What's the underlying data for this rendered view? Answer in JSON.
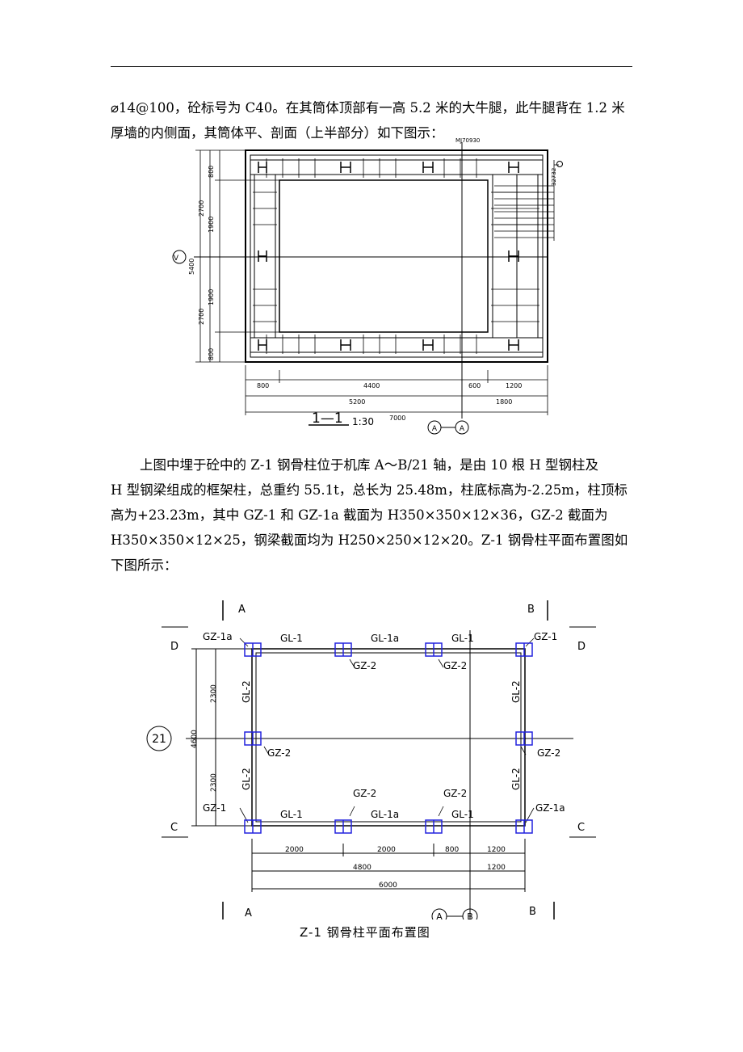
{
  "page": {
    "para1": "⌀14@100，砼标号为 C40。在其筒体顶部有一高 5.2 米的大牛腿，此牛腿背在 1.2 米厚墙的内侧面，其筒体平、剖面（上半部分）如下图示：",
    "para2_line1": "上图中埋于砼中的 Z-1 钢骨柱位于机库 A～B/21 轴，是由 10 根 H 型钢柱及",
    "para2_rest": "H 型钢梁组成的框架柱，总重约 55.1t，总长为 25.48m，柱底标高为-2.25m，柱顶标高为+23.23m，其中 GZ-1 和 GZ-1a 截面为 H350×350×12×36，GZ-2 截面为 H350×350×12×25，钢梁截面均为 H250×250×12×20。Z-1 钢骨柱平面布置图如下图所示："
  },
  "fig1": {
    "section_label": "1—1",
    "scale": "1:30",
    "axis_left": "V",
    "axis_bottom_a": "A",
    "axis_bottom_b": "A",
    "top_tag": "MJ70930",
    "right_tag": "32732",
    "left_dims": [
      "800",
      "1900",
      "1900",
      "800"
    ],
    "left_dims_outer": [
      "2700",
      "2700"
    ],
    "left_total": "5400",
    "bottom_row1": [
      "800",
      "4400",
      "600",
      "1200"
    ],
    "bottom_row2": [
      "5200",
      "1800"
    ],
    "bottom_total": "7000"
  },
  "fig2": {
    "axis_A": "A",
    "axis_B": "B",
    "axis_C": "C",
    "axis_D": "D",
    "axis_21": "21",
    "col_tl": "GZ-1a",
    "col_tr": "GZ-1",
    "col_bl": "GZ-1",
    "col_br": "GZ-1a",
    "col_top_mid1": "GZ-2",
    "col_top_mid2": "GZ-2",
    "col_bot_mid1": "GZ-2",
    "col_bot_mid2": "GZ-2",
    "col_mid_left": "GZ-2",
    "col_mid_right": "GZ-2",
    "beam_top1": "GL-1",
    "beam_top2": "GL-1a",
    "beam_top3": "GL-1",
    "beam_bot1": "GL-1",
    "beam_bot2": "GL-1a",
    "beam_bot3": "GL-1",
    "beam_side": "GL-2",
    "dim_left": [
      "2300",
      "2300"
    ],
    "dim_left_total": "4600",
    "dim_row1": [
      "2000",
      "2000",
      "800",
      "1200"
    ],
    "dim_row2": [
      "4800",
      "1200"
    ],
    "dim_total": "6000",
    "axis_tag_a": "A",
    "axis_tag_b": "B"
  },
  "caption": "Z-1 钢骨柱平面布置图"
}
